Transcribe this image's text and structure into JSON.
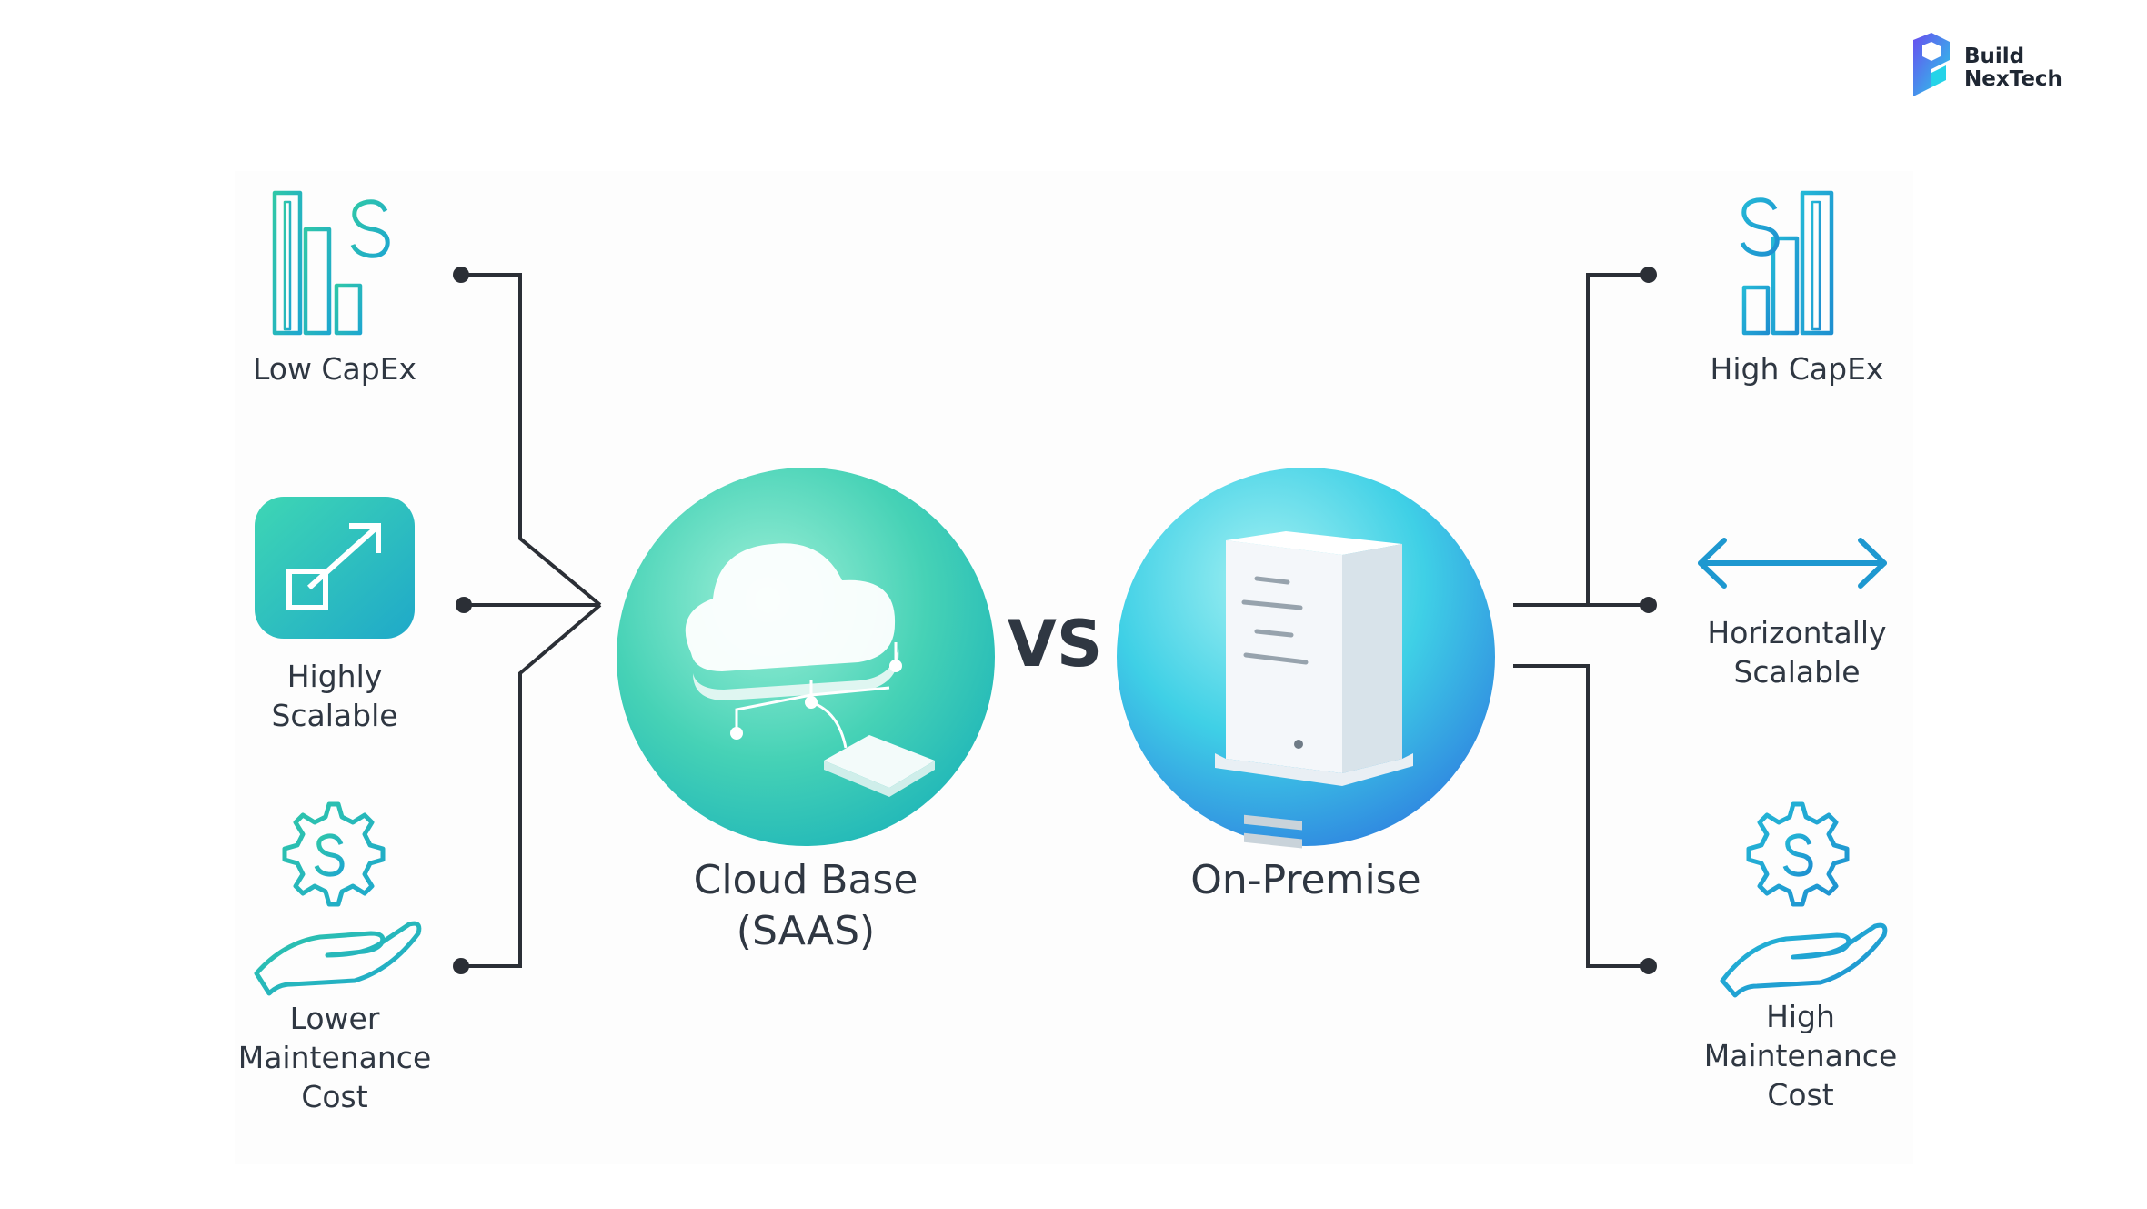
{
  "brand": {
    "line1": "Build",
    "line2": "NexTech"
  },
  "left": {
    "title_line1": "Cloud Base",
    "title_line2": "(SAAS)",
    "items": [
      {
        "lines": [
          "Low CapEx"
        ],
        "icon": "bar-chart-dollar-icon"
      },
      {
        "lines": [
          "Highly",
          "Scalable"
        ],
        "icon": "scale-arrow-icon"
      },
      {
        "lines": [
          "Lower",
          "Maintenance",
          "Cost"
        ],
        "icon": "gear-dollar-hand-icon"
      }
    ]
  },
  "vs": "VS",
  "right": {
    "title": "On-Premise",
    "items": [
      {
        "lines": [
          "High CapEx"
        ],
        "icon": "bar-chart-dollar-icon"
      },
      {
        "lines": [
          "Horizontally",
          "Scalable"
        ],
        "icon": "double-arrow-icon"
      },
      {
        "lines": [
          "High",
          "Maintenance",
          "Cost"
        ],
        "icon": "gear-dollar-hand-icon"
      }
    ]
  },
  "colors": {
    "teal": "#35c3b1",
    "blue": "#21a8d6",
    "text": "#2f3742",
    "connector": "#2b2f36"
  }
}
